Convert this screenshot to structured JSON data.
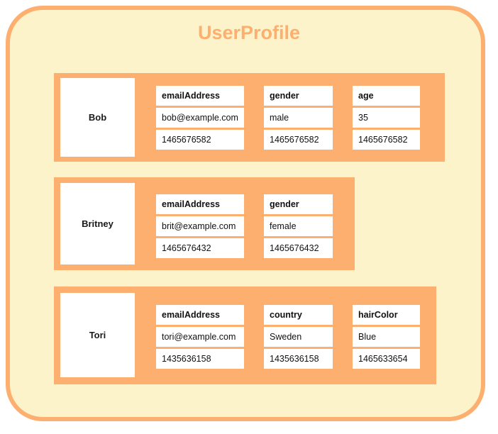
{
  "diagram": {
    "title": "UserProfile",
    "colors": {
      "panel_background": "#fdf3cb",
      "accent_orange": "#fcaf6e",
      "cell_background": "#ffffff",
      "text": "#111111"
    },
    "records": [
      {
        "name": "Bob",
        "fields": [
          {
            "key": "emailAddress",
            "value": "bob@example.com",
            "timestamp": "1465676582"
          },
          {
            "key": "gender",
            "value": "male",
            "timestamp": "1465676582"
          },
          {
            "key": "age",
            "value": "35",
            "timestamp": "1465676582"
          }
        ]
      },
      {
        "name": "Britney",
        "fields": [
          {
            "key": "emailAddress",
            "value": "brit@example.com",
            "timestamp": "1465676432"
          },
          {
            "key": "gender",
            "value": "female",
            "timestamp": "1465676432"
          }
        ]
      },
      {
        "name": "Tori",
        "fields": [
          {
            "key": "emailAddress",
            "value": "tori@example.com",
            "timestamp": "1435636158"
          },
          {
            "key": "country",
            "value": "Sweden",
            "timestamp": "1435636158"
          },
          {
            "key": "hairColor",
            "value": "Blue",
            "timestamp": "1465633654"
          }
        ]
      }
    ]
  }
}
